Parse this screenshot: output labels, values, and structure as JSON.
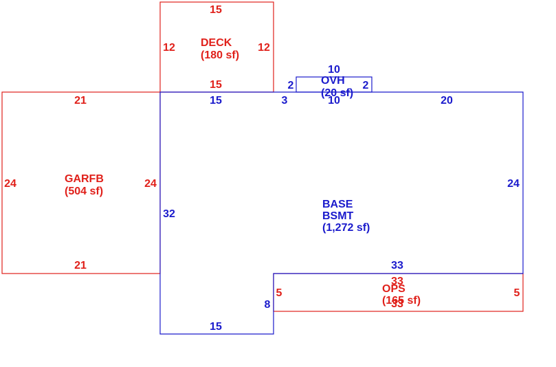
{
  "colors": {
    "red": "#e0201a",
    "blue": "#1a1acc"
  },
  "areas": {
    "deck": {
      "name": "DECK",
      "area": "(180 sf)"
    },
    "garfb": {
      "name": "GARFB",
      "area": "(504 sf)"
    },
    "ovh": {
      "name": "OVH",
      "area": "(20 sf)"
    },
    "base": {
      "name": "BASE",
      "sub": "BSMT",
      "area": "(1,272 sf)"
    },
    "ops": {
      "name": "OPS",
      "area": "(165 sf)"
    }
  },
  "dims": {
    "deck_top": "15",
    "deck_left": "12",
    "deck_right": "12",
    "deck_bottom": "15",
    "garfb_top": "21",
    "garfb_left": "24",
    "garfb_right": "24",
    "garfb_bottom": "21",
    "ovh_top": "10",
    "ovh_left": "2",
    "ovh_right": "2",
    "ovh_bottom": "10",
    "base_top_a": "15",
    "base_top_b": "3",
    "base_top_c": "20",
    "base_left": "32",
    "base_right": "24",
    "base_mid": "33",
    "base_step": "8",
    "base_bottom": "15",
    "ops_top": "33",
    "ops_left": "5",
    "ops_right": "5",
    "ops_bottom": "33"
  }
}
